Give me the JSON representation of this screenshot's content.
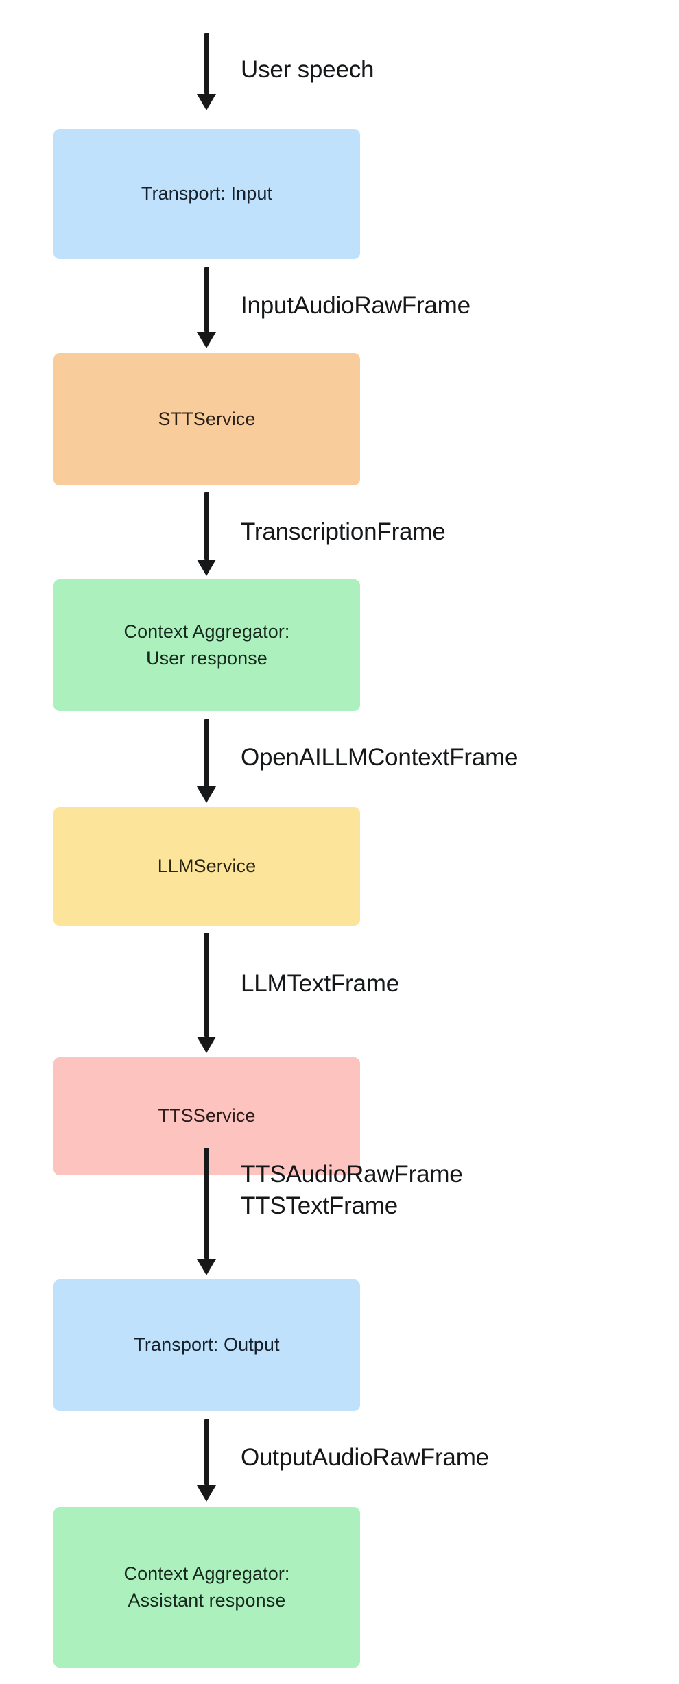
{
  "diagram": {
    "title": "Voice AI pipeline frame flow",
    "background_color": "#ffffff",
    "arrow_color": "#17181a",
    "colors": {
      "transport": "#bfe1fc",
      "stt": "#f9cd9b",
      "context_aggregator": "#abf0bd",
      "llm": "#fce49a",
      "tts": "#fdc3be"
    },
    "nodes": [
      {
        "id": "transport-input",
        "label": "Transport: Input",
        "color_key": "transport"
      },
      {
        "id": "stt-service",
        "label": "STTService",
        "color_key": "stt"
      },
      {
        "id": "context-user",
        "label": "Context Aggregator:\nUser response",
        "color_key": "context_aggregator"
      },
      {
        "id": "llm-service",
        "label": "LLMService",
        "color_key": "llm"
      },
      {
        "id": "tts-service",
        "label": "TTSService",
        "color_key": "tts"
      },
      {
        "id": "transport-output",
        "label": "Transport: Output",
        "color_key": "transport"
      },
      {
        "id": "context-assistant",
        "label": "Context Aggregator:\nAssistant response",
        "color_key": "context_aggregator"
      }
    ],
    "edges": [
      {
        "id": "edge-user-speech",
        "label": "User speech",
        "from": "",
        "to": "transport-input"
      },
      {
        "id": "edge-input-audio-raw",
        "label": "InputAudioRawFrame",
        "from": "transport-input",
        "to": "stt-service"
      },
      {
        "id": "edge-transcription",
        "label": "TranscriptionFrame",
        "from": "stt-service",
        "to": "context-user"
      },
      {
        "id": "edge-openai-llm-context",
        "label": "OpenAILLMContextFrame",
        "from": "context-user",
        "to": "llm-service"
      },
      {
        "id": "edge-llm-text",
        "label": "LLMTextFrame",
        "from": "llm-service",
        "to": "tts-service"
      },
      {
        "id": "edge-tts-frames",
        "label": "TTSAudioRawFrame\nTTSTextFrame",
        "from": "tts-service",
        "to": "transport-output"
      },
      {
        "id": "edge-output-audio-raw",
        "label": "OutputAudioRawFrame",
        "from": "transport-output",
        "to": "context-assistant"
      }
    ]
  }
}
